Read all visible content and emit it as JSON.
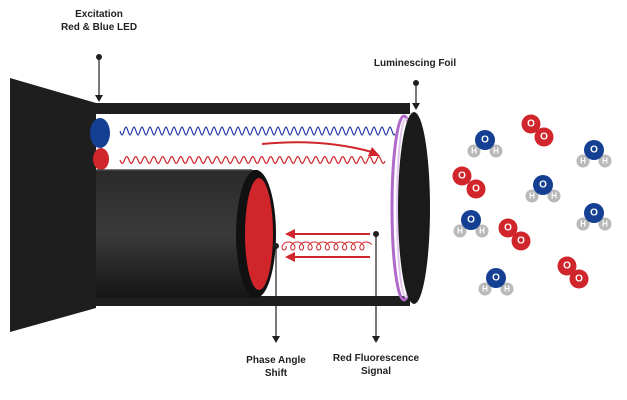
{
  "labels": {
    "excitation": {
      "line1": "Excitation",
      "line2": "Red & Blue LED"
    },
    "foil": {
      "line1": "Luminescing Foil"
    },
    "phase": {
      "line1": "Phase Angle",
      "line2": "Shift"
    },
    "fluorescence": {
      "line1": "Red Fluorescence",
      "line2": "Signal"
    }
  },
  "molecules": {
    "water": [
      {
        "o": "O",
        "h1": "H",
        "h2": "H"
      },
      {
        "o": "O",
        "h1": "H",
        "h2": "H"
      },
      {
        "o": "O",
        "h1": "H",
        "h2": "H"
      },
      {
        "o": "O",
        "h1": "H",
        "h2": "H"
      },
      {
        "o": "O",
        "h1": "H",
        "h2": "H"
      },
      {
        "o": "O",
        "h1": "H",
        "h2": "H"
      }
    ],
    "oxygen": [
      {
        "a": "O",
        "b": "O"
      },
      {
        "a": "O",
        "b": "O"
      },
      {
        "a": "O",
        "b": "O"
      },
      {
        "a": "O",
        "b": "O"
      }
    ]
  },
  "colors": {
    "water_oxygen": "#143f93",
    "hydrogen": "#b9b9b9",
    "oxygen_molecule": "#d0262b",
    "blue_wave": "#2b3fa8",
    "red_wave": "#d0262b",
    "foil": "#b06ac9",
    "body": "#1e1e1e"
  }
}
